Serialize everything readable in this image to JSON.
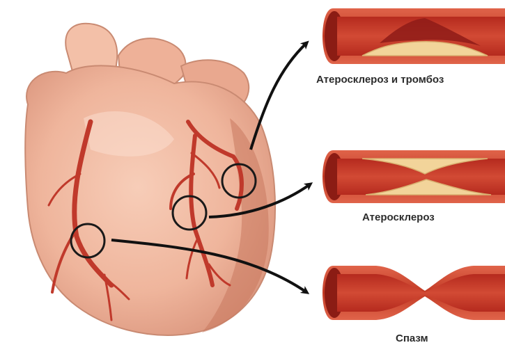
{
  "labels": {
    "atherosclerosis_thrombosis": "Атеросклероз и тромбоз",
    "atherosclerosis": "Атеросклероз",
    "spasm": "Спазм"
  },
  "colors": {
    "heart_skin": "#f0b79f",
    "heart_shadow": "#d98e78",
    "artery": "#c0392b",
    "vessel_wall": "#c8442d",
    "vessel_lumen": "#a9201a",
    "plaque": "#f2d49a",
    "thrombus": "#8e1b17",
    "arrow": "#111111"
  }
}
